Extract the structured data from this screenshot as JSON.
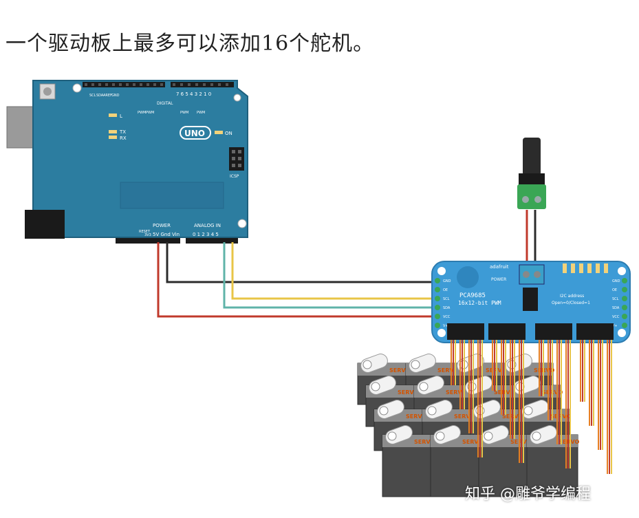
{
  "caption": "一个驱动板上最多可以添加16个舵机。",
  "watermark": "知乎 @雕爷学编程",
  "arduino": {
    "logo": "UNO",
    "on_label": "ON",
    "icsp_label": "ICSP",
    "digital_label": "DIGITAL",
    "power_label": "POWER",
    "analog_label": "ANALOG IN",
    "tx_label": "TX",
    "rx_label": "RX",
    "l_label": "L",
    "power_pins": "5V  Gnd  Vin",
    "analog_pins": "0 1 2 3 4 5",
    "digital_pins": "7 6 5 4 3 2 1 0",
    "reset_label": "RESET",
    "v33_label": "3V3"
  },
  "pca": {
    "brand": "adafruit",
    "chip": "PCA9685",
    "subtitle": "16x12-bit PWM",
    "power_label": "POWER",
    "i2c_label": "I2C address",
    "i2c_sub": "Open=0/Closed=1",
    "left_pins": [
      "GND",
      "OE",
      "SCL",
      "SDA",
      "VCC",
      "V+"
    ],
    "right_pins": [
      "GND",
      "OE",
      "SCL",
      "SDA",
      "VCC",
      "V+"
    ]
  },
  "servo_label": "SERVO",
  "colors": {
    "arduino_blue": "#2c7da0",
    "pca_blue": "#3d9bd6",
    "wire_black": "#2b2b2b",
    "wire_red": "#c0392b",
    "wire_yellow": "#e8c547",
    "wire_teal": "#5fb3a8",
    "wire_orange": "#e67e22",
    "terminal_green": "#3aa655"
  }
}
